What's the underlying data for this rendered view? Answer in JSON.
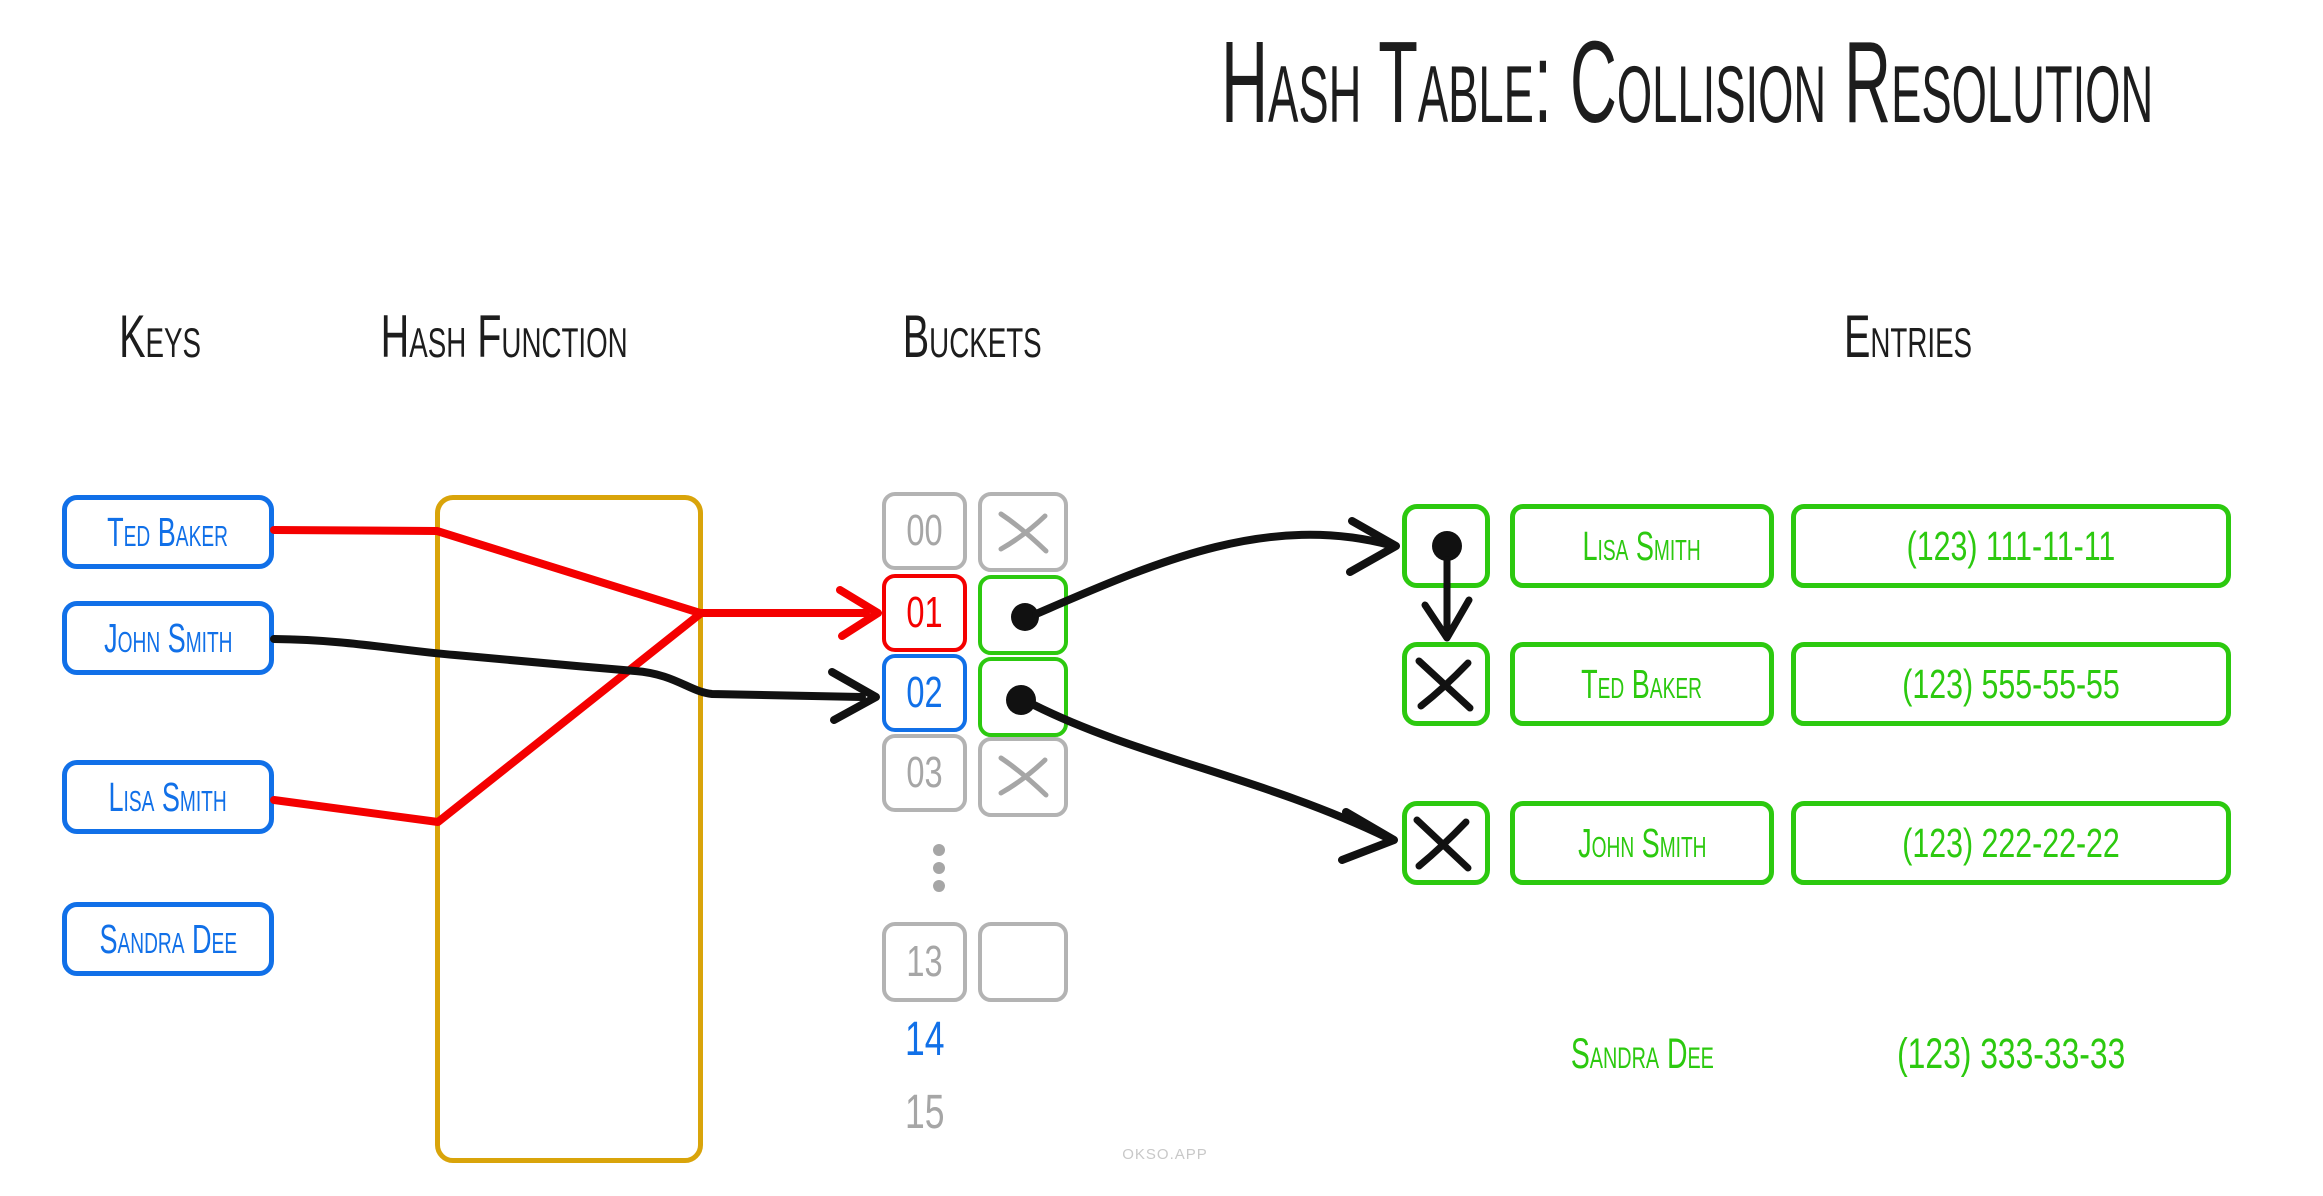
{
  "title": "Hash Table: Collision Resolution",
  "watermark": "OKSO.APP",
  "column_labels": {
    "keys": "Keys",
    "hash_function": "Hash Function",
    "buckets": "Buckets",
    "entries": "Entries"
  },
  "keys": [
    {
      "label": "Ted Baker"
    },
    {
      "label": "John Smith"
    },
    {
      "label": "Lisa Smith"
    },
    {
      "label": "Sandra Dee"
    }
  ],
  "buckets": {
    "rows": [
      {
        "index": "00",
        "slot": "x-mark",
        "highlight": "none"
      },
      {
        "index": "01",
        "slot": "pointer-dot",
        "highlight": "red-collision"
      },
      {
        "index": "02",
        "slot": "pointer-dot",
        "highlight": "blue"
      },
      {
        "index": "03",
        "slot": "x-mark",
        "highlight": "none"
      },
      {
        "index": "13",
        "slot": "blank",
        "highlight": "none"
      }
    ],
    "overflow_labels": [
      "14",
      "15"
    ],
    "gap_marker": "vertical-ellipsis"
  },
  "entries": [
    {
      "name": "Lisa Smith",
      "phone": "(123) 111-11-11",
      "next": "pointer-dot-arrow-to-next"
    },
    {
      "name": "Ted Baker",
      "phone": "(123) 555-55-55",
      "next": "null-x"
    },
    {
      "name": "John Smith",
      "phone": "(123) 222-22-22",
      "next": "null-x"
    }
  ],
  "unlinked_entry": {
    "name": "Sandra Dee",
    "phone": "(123) 333-33-33"
  },
  "colors": {
    "key_blue": "#1170e8",
    "entry_green": "#2cc90f",
    "collision_red": "#f40000",
    "hash_box_orange": "#d9a40a",
    "bucket_gray": "#b3b3b3",
    "text_dark": "#1d1d1d"
  }
}
